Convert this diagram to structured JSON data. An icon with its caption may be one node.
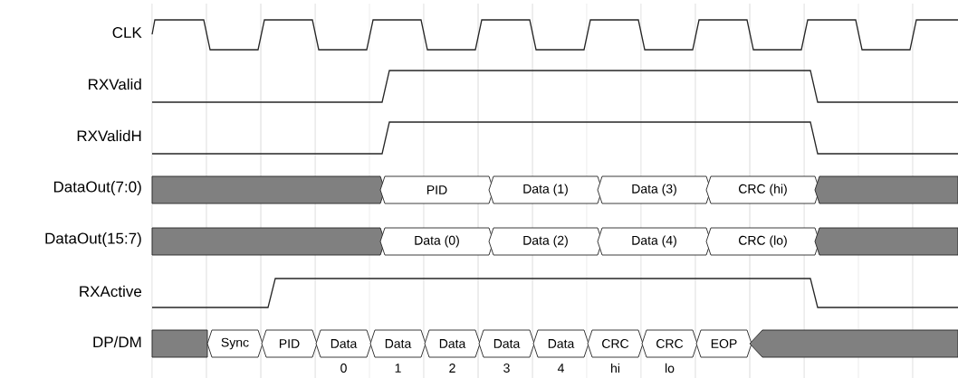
{
  "diagram": {
    "nodes": [
      {
        "text": [],
        "shape": "bar"
      },
      {
        "text": [
          "PID"
        ]
      },
      {
        "text": [
          "Data (1)"
        ]
      },
      {
        "text": [
          "Data (3)"
        ]
      },
      {
        "text": [
          "CRC (hi)"
        ]
      },
      {
        "text": [],
        "shape": "bar"
      },
      {
        "text": [],
        "shape": "bar"
      },
      {
        "text": [
          "Data (0)"
        ]
      },
      {
        "text": [
          "Data (2)"
        ]
      },
      {
        "text": [
          "Data (4)"
        ]
      },
      {
        "text": [
          "CRC (lo)"
        ]
      },
      {
        "text": [],
        "shape": "bar"
      },
      {
        "text": [],
        "shape": "bar"
      },
      {
        "text": [
          "Sync"
        ]
      },
      {
        "text": [
          "PID"
        ]
      },
      {
        "text": [
          "Data"
        ],
        "beside": [
          "0"
        ]
      },
      {
        "text": [
          "Data"
        ],
        "beside": [
          "1"
        ]
      },
      {
        "text": [
          "Data"
        ],
        "beside": [
          "2"
        ]
      },
      {
        "text": [
          "Data"
        ],
        "beside": [
          "3"
        ]
      },
      {
        "text": [
          "Data"
        ],
        "beside": [
          "4"
        ]
      },
      {
        "text": [
          "CRC"
        ],
        "beside": [
          "hi"
        ]
      },
      {
        "text": [
          "CRC"
        ],
        "beside": [
          "lo"
        ]
      },
      {
        "text": [
          "EOP"
        ]
      },
      {
        "text": [],
        "shape": "bar"
      }
    ],
    "labels": [
      "CLK",
      "RXValid",
      "RXValidH",
      "DataOut(7:0)",
      "DataOut(15:7)",
      "RXActive",
      "DP/DM"
    ]
  }
}
